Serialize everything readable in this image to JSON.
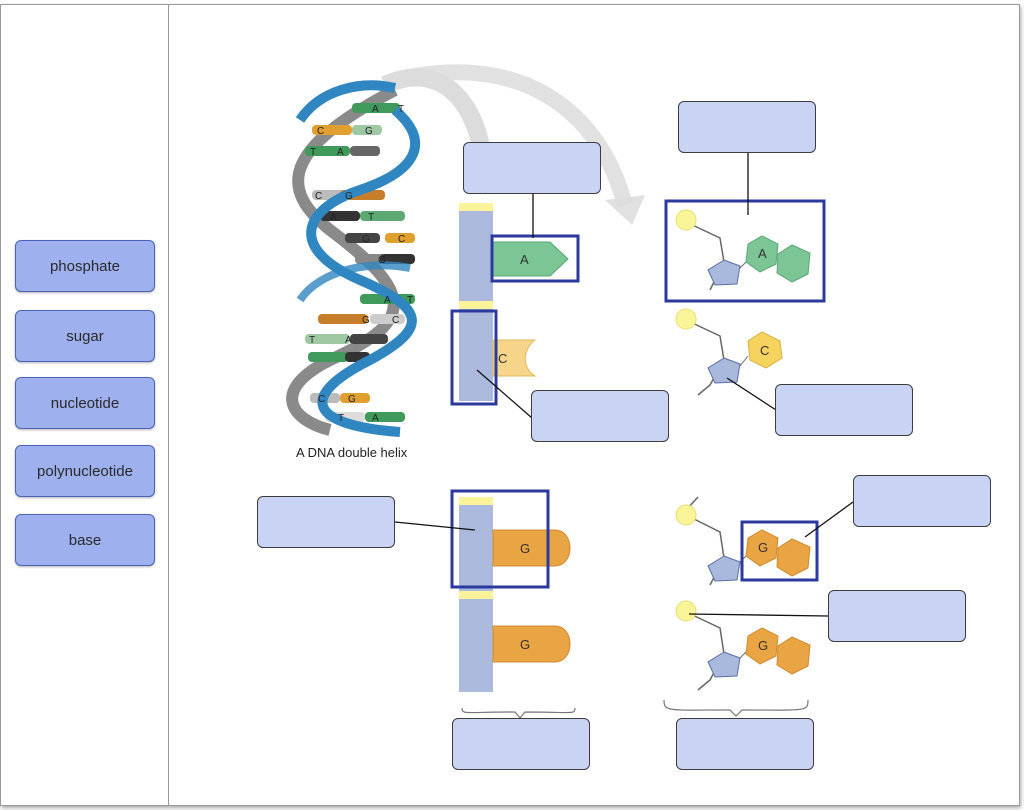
{
  "word_bank": {
    "items": [
      {
        "label": "phosphate"
      },
      {
        "label": "sugar"
      },
      {
        "label": "nucleotide"
      },
      {
        "label": "polynucleotide"
      },
      {
        "label": "base"
      }
    ]
  },
  "figure": {
    "caption": "A DNA double helix",
    "helix_base_letters": [
      "A",
      "T",
      "C",
      "G",
      "T",
      "A",
      "C",
      "G",
      "A",
      "T",
      "G",
      "C",
      "G",
      "A",
      "T",
      "G",
      "C",
      "T",
      "A",
      "C",
      "G",
      "T",
      "A"
    ],
    "strand_bases": {
      "top": "A",
      "middle": "C",
      "lower_upper": "G",
      "lower_lower": "G"
    },
    "molecule_bases": {
      "top_right_a": "A",
      "top_right_c": "C",
      "bottom_right_g1": "G",
      "bottom_right_g2": "G"
    }
  },
  "colors": {
    "bank_fill": "#9eb0ee",
    "dropzone_fill": "#c9d4f5",
    "highlight_box": "#2c3a9e",
    "adenine": "#7cc595",
    "cytosine": "#f0c96a",
    "guanine": "#e8a040",
    "sugar": "#a9b8dd",
    "phosphate": "#fbf59a",
    "backbone": "#aab9dc"
  }
}
